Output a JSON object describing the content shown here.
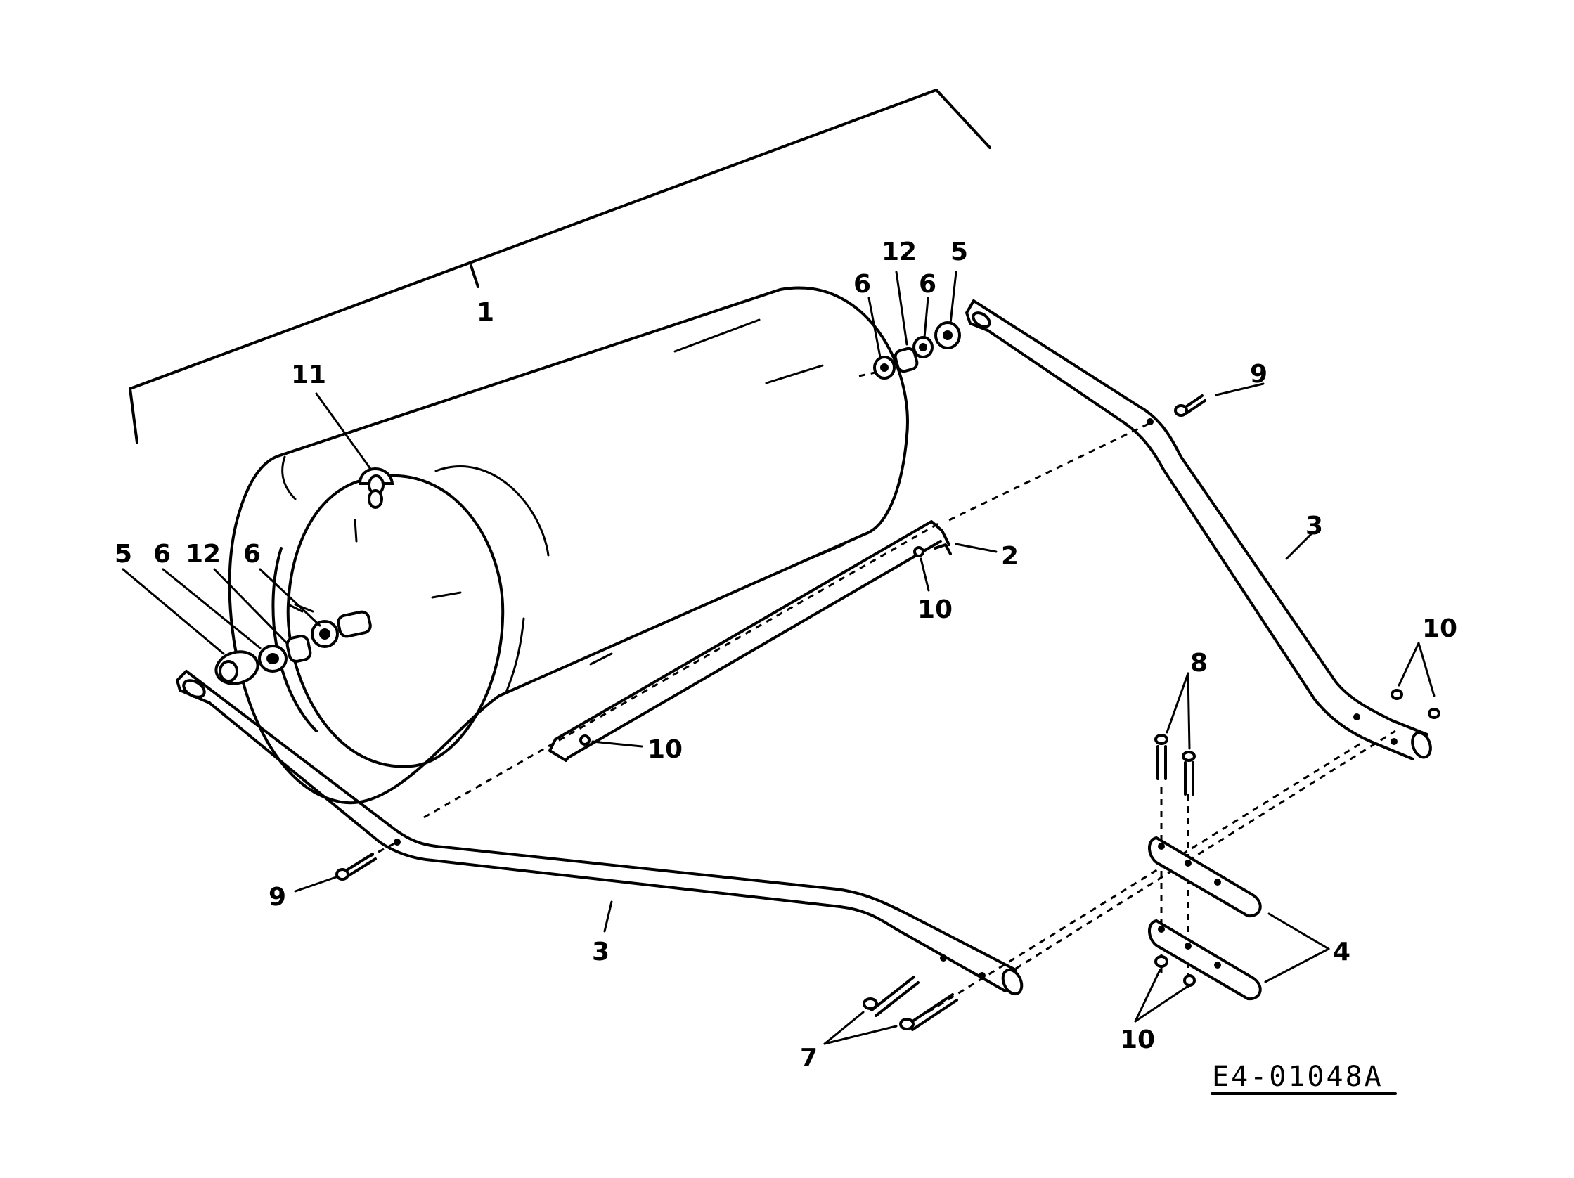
{
  "diagram_code": "E4-01048A",
  "callouts": {
    "c1": "1",
    "c2": "2",
    "c3_left": "3",
    "c3_right": "3",
    "c4": "4",
    "c5_left": "5",
    "c5_right": "5",
    "c6_left_a": "6",
    "c6_left_b": "6",
    "c6_right_a": "6",
    "c6_right_b": "6",
    "c7": "7",
    "c8": "8",
    "c9_left": "9",
    "c9_right": "9",
    "c10_bar": "10",
    "c10_brace": "10",
    "c10_handle_end": "10",
    "c10_plates": "10",
    "c11": "11",
    "c12_left": "12",
    "c12_right": "12"
  }
}
